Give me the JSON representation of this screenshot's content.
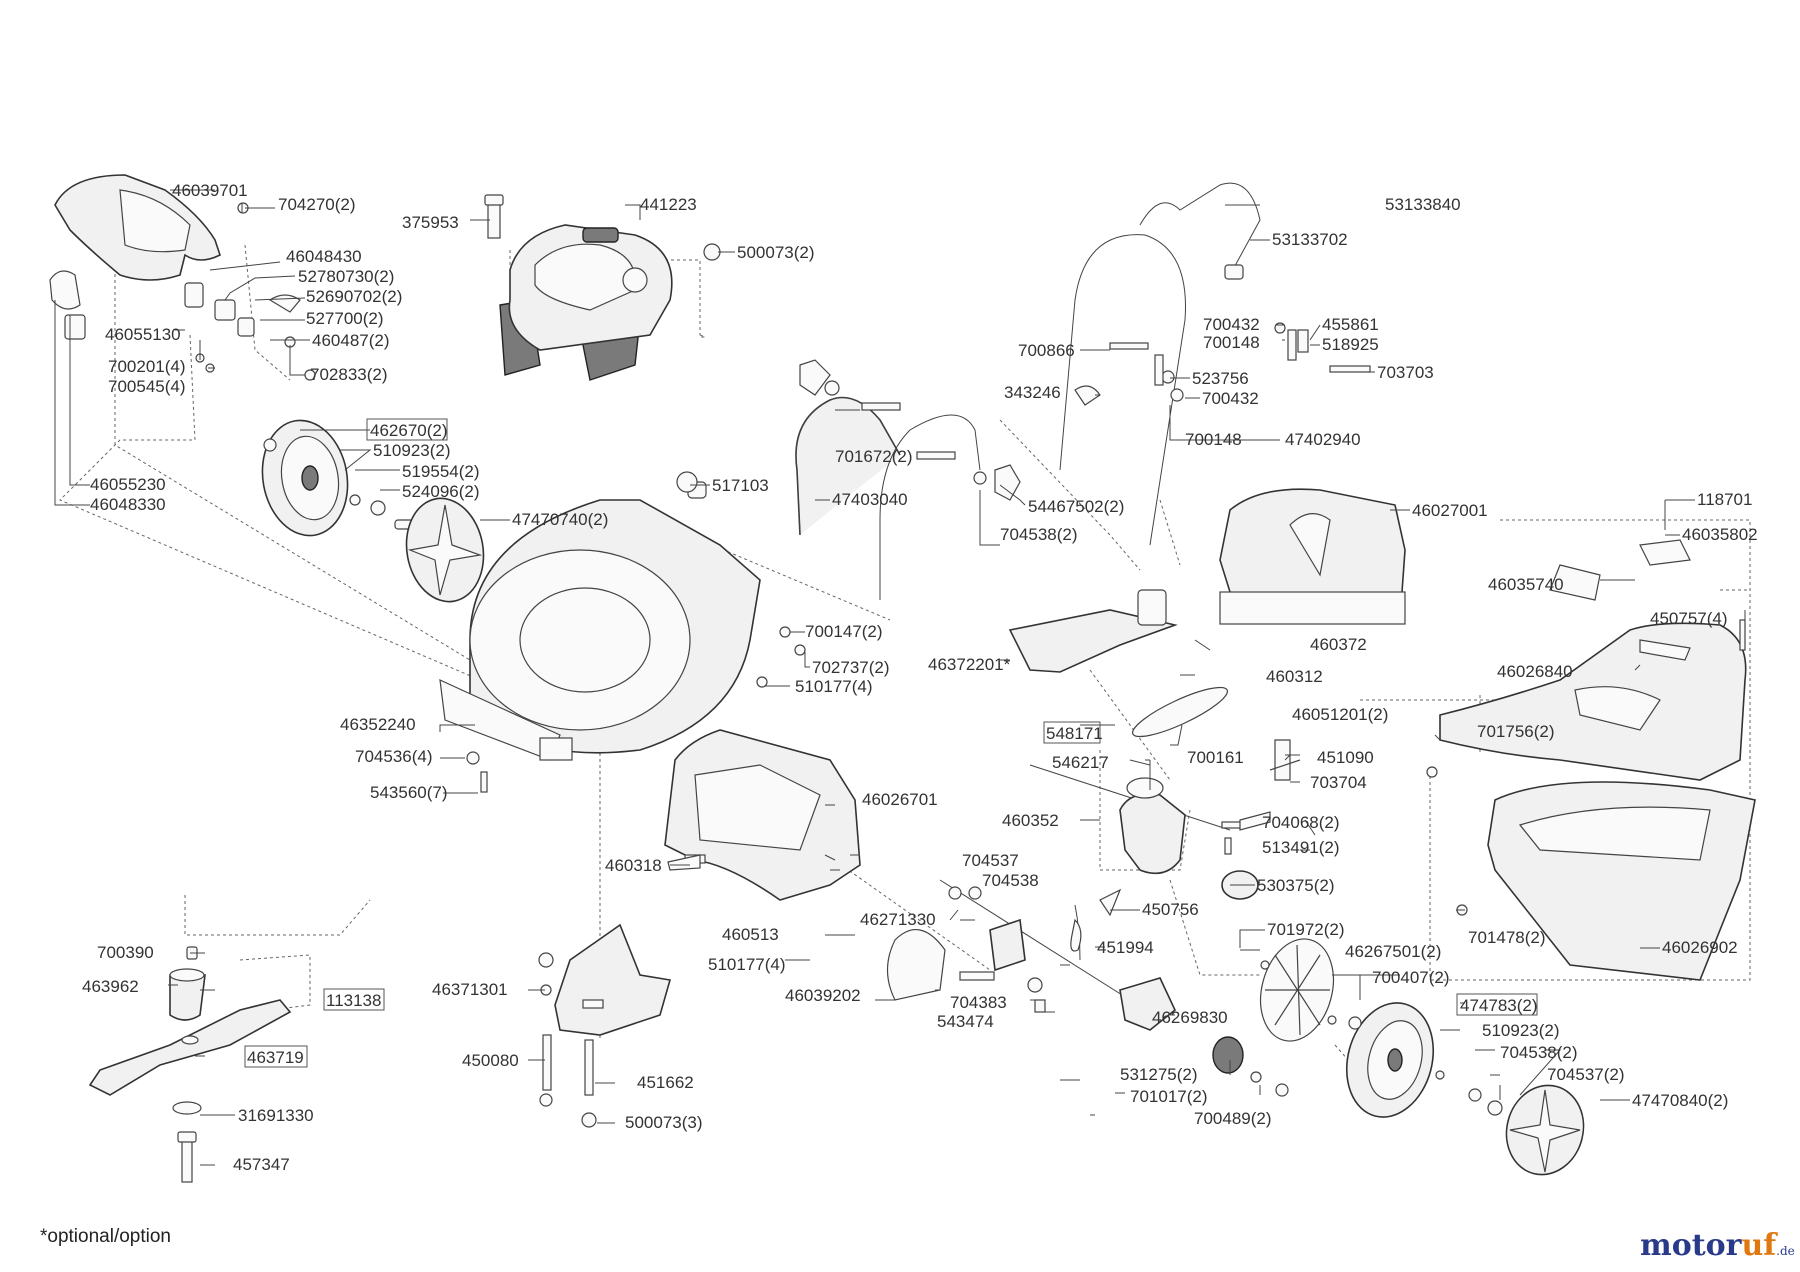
{
  "footnote": "*optional/option",
  "logo": {
    "part1": "motor",
    "part2": "uf",
    "suffix": ".de"
  },
  "colors": {
    "line": "#333333",
    "logo_blue": "#2a3a8a",
    "logo_orange": "#e07810"
  },
  "labels": [
    {
      "id": "l0",
      "text": "46039701"
    },
    {
      "id": "l1",
      "text": "704270(2)"
    },
    {
      "id": "l2",
      "text": "46048430"
    },
    {
      "id": "l3",
      "text": "52780730(2)"
    },
    {
      "id": "l4",
      "text": "52690702(2)"
    },
    {
      "id": "l5",
      "text": "527700(2)"
    },
    {
      "id": "l6",
      "text": "46055130"
    },
    {
      "id": "l7",
      "text": "460487(2)"
    },
    {
      "id": "l8",
      "text": "700201(4)"
    },
    {
      "id": "l9",
      "text": "700545(4)"
    },
    {
      "id": "l10",
      "text": "702833(2)"
    },
    {
      "id": "l11",
      "text": "46055230"
    },
    {
      "id": "l12",
      "text": "46048330"
    },
    {
      "id": "l13",
      "text": "462670(2)"
    },
    {
      "id": "l14",
      "text": "510923(2)"
    },
    {
      "id": "l15",
      "text": "519554(2)"
    },
    {
      "id": "l16",
      "text": "524096(2)"
    },
    {
      "id": "l17",
      "text": "47470740(2)"
    },
    {
      "id": "l18",
      "text": "375953"
    },
    {
      "id": "l19",
      "text": "441223"
    },
    {
      "id": "l20",
      "text": "500073(2)"
    },
    {
      "id": "l21",
      "text": "517103"
    },
    {
      "id": "l22",
      "text": "47403040"
    },
    {
      "id": "l23",
      "text": "701672(2)"
    },
    {
      "id": "l24",
      "text": "54467502(2)"
    },
    {
      "id": "l25",
      "text": "704538(2)"
    },
    {
      "id": "l26",
      "text": "700147(2)"
    },
    {
      "id": "l27",
      "text": "702737(2)"
    },
    {
      "id": "l28",
      "text": "510177(4)"
    },
    {
      "id": "l29",
      "text": "46352240"
    },
    {
      "id": "l30",
      "text": "704536(4)"
    },
    {
      "id": "l31",
      "text": "543560(7)"
    },
    {
      "id": "l32",
      "text": "53133840"
    },
    {
      "id": "l33",
      "text": "53133702"
    },
    {
      "id": "l34",
      "text": "700432"
    },
    {
      "id": "l35",
      "text": "700148"
    },
    {
      "id": "l36",
      "text": "455861"
    },
    {
      "id": "l37",
      "text": "518925"
    },
    {
      "id": "l38",
      "text": "700866"
    },
    {
      "id": "l39",
      "text": "703703"
    },
    {
      "id": "l40",
      "text": "523756"
    },
    {
      "id": "l41",
      "text": "343246"
    },
    {
      "id": "l42",
      "text": "700432"
    },
    {
      "id": "l43",
      "text": "700148"
    },
    {
      "id": "l44",
      "text": "47402940"
    },
    {
      "id": "l45",
      "text": "46027001"
    },
    {
      "id": "l46",
      "text": "118701"
    },
    {
      "id": "l47",
      "text": "46035802"
    },
    {
      "id": "l48",
      "text": "46035740"
    },
    {
      "id": "l49",
      "text": "450757(4)"
    },
    {
      "id": "l50",
      "text": "46372201*"
    },
    {
      "id": "l51",
      "text": "460372"
    },
    {
      "id": "l52",
      "text": "460312"
    },
    {
      "id": "l53",
      "text": "46026840"
    },
    {
      "id": "l54",
      "text": "46051201(2)"
    },
    {
      "id": "l55",
      "text": "548171"
    },
    {
      "id": "l56",
      "text": "546217"
    },
    {
      "id": "l57",
      "text": "700161"
    },
    {
      "id": "l58",
      "text": "451090"
    },
    {
      "id": "l59",
      "text": "701756(2)"
    },
    {
      "id": "l60",
      "text": "703704"
    },
    {
      "id": "l61",
      "text": "460352"
    },
    {
      "id": "l62",
      "text": "704068(2)"
    },
    {
      "id": "l63",
      "text": "513491(2)"
    },
    {
      "id": "l64",
      "text": "46026701"
    },
    {
      "id": "l65",
      "text": "460318"
    },
    {
      "id": "l66",
      "text": "704537"
    },
    {
      "id": "l67",
      "text": "704538"
    },
    {
      "id": "l68",
      "text": "530375(2)"
    },
    {
      "id": "l69",
      "text": "450756"
    },
    {
      "id": "l70",
      "text": "46271330"
    },
    {
      "id": "l71",
      "text": "460513"
    },
    {
      "id": "l72",
      "text": "451994"
    },
    {
      "id": "l73",
      "text": "701478(2)"
    },
    {
      "id": "l74",
      "text": "46026902"
    },
    {
      "id": "l75",
      "text": "701972(2)"
    },
    {
      "id": "l76",
      "text": "510177(4)"
    },
    {
      "id": "l77",
      "text": "46267501(2)"
    },
    {
      "id": "l78",
      "text": "700407(2)"
    },
    {
      "id": "l79",
      "text": "46039202"
    },
    {
      "id": "l80",
      "text": "704383"
    },
    {
      "id": "l81",
      "text": "543474"
    },
    {
      "id": "l82",
      "text": "46269830"
    },
    {
      "id": "l83",
      "text": "474783(2)"
    },
    {
      "id": "l84",
      "text": "510923(2)"
    },
    {
      "id": "l85",
      "text": "704538(2)"
    },
    {
      "id": "l86",
      "text": "704537(2)"
    },
    {
      "id": "l87",
      "text": "531275(2)"
    },
    {
      "id": "l88",
      "text": "701017(2)"
    },
    {
      "id": "l89",
      "text": "700489(2)"
    },
    {
      "id": "l90",
      "text": "47470840(2)"
    },
    {
      "id": "l91",
      "text": "700390"
    },
    {
      "id": "l92",
      "text": "463962"
    },
    {
      "id": "l93",
      "text": "113138"
    },
    {
      "id": "l94",
      "text": "463719"
    },
    {
      "id": "l95",
      "text": "31691330"
    },
    {
      "id": "l96",
      "text": "457347"
    },
    {
      "id": "l97",
      "text": "46371301"
    },
    {
      "id": "l98",
      "text": "450080"
    },
    {
      "id": "l99",
      "text": "451662"
    },
    {
      "id": "l100",
      "text": "500073(3)"
    }
  ]
}
